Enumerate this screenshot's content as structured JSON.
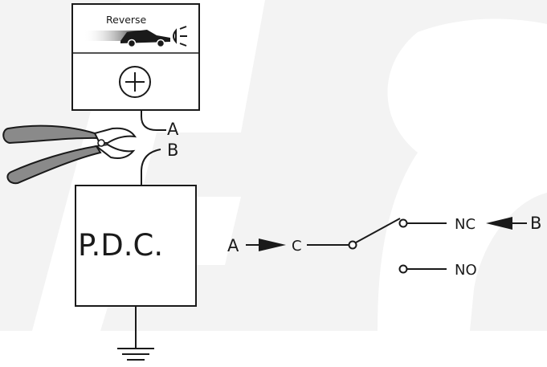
{
  "reverse_light": {
    "label": "Reverse"
  },
  "pdc_box": {
    "label": "P.D.C."
  },
  "wires": {
    "wire_a": "A",
    "wire_b": "B"
  },
  "relay": {
    "input_label": "A",
    "common_label": "C",
    "nc_label": "NC",
    "no_label": "NO",
    "nc_input_label": "B"
  },
  "colors": {
    "line": "#1a1a1a",
    "background_band": "#f3f3f3",
    "watermark": "#e9e9e9",
    "pliers_handle": "#8a8a8a"
  }
}
